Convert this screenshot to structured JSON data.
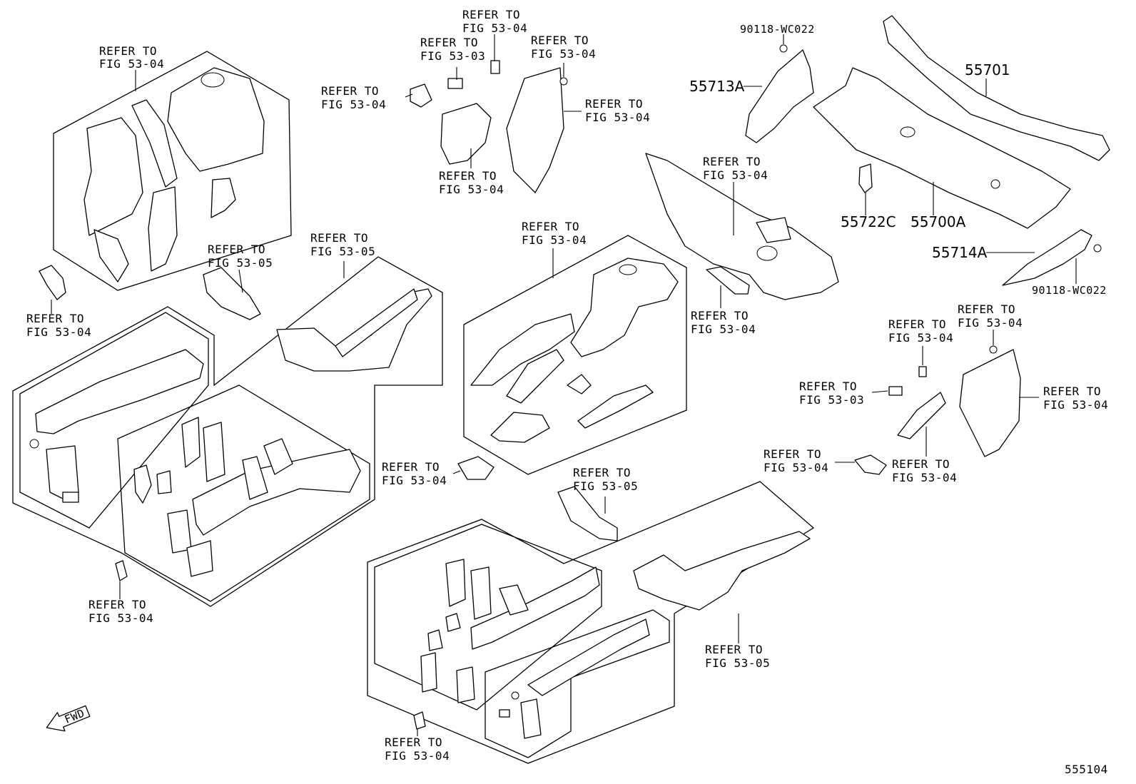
{
  "diagram": {
    "part_numbers": {
      "p55701": "55701",
      "p55713A": "55713A",
      "p55714A": "55714A",
      "p55722C": "55722C",
      "p55700A": "55700A",
      "bolt_top": "90118-WC022",
      "bolt_right": "90118-WC022"
    },
    "refer_prefix": "REFER TO",
    "refs": {
      "fig_53_04": "FIG 53-04",
      "fig_53_03": "FIG 53-03",
      "fig_53_05": "FIG 53-05"
    },
    "fwd_label": "FWD",
    "diagram_number": "555104"
  }
}
